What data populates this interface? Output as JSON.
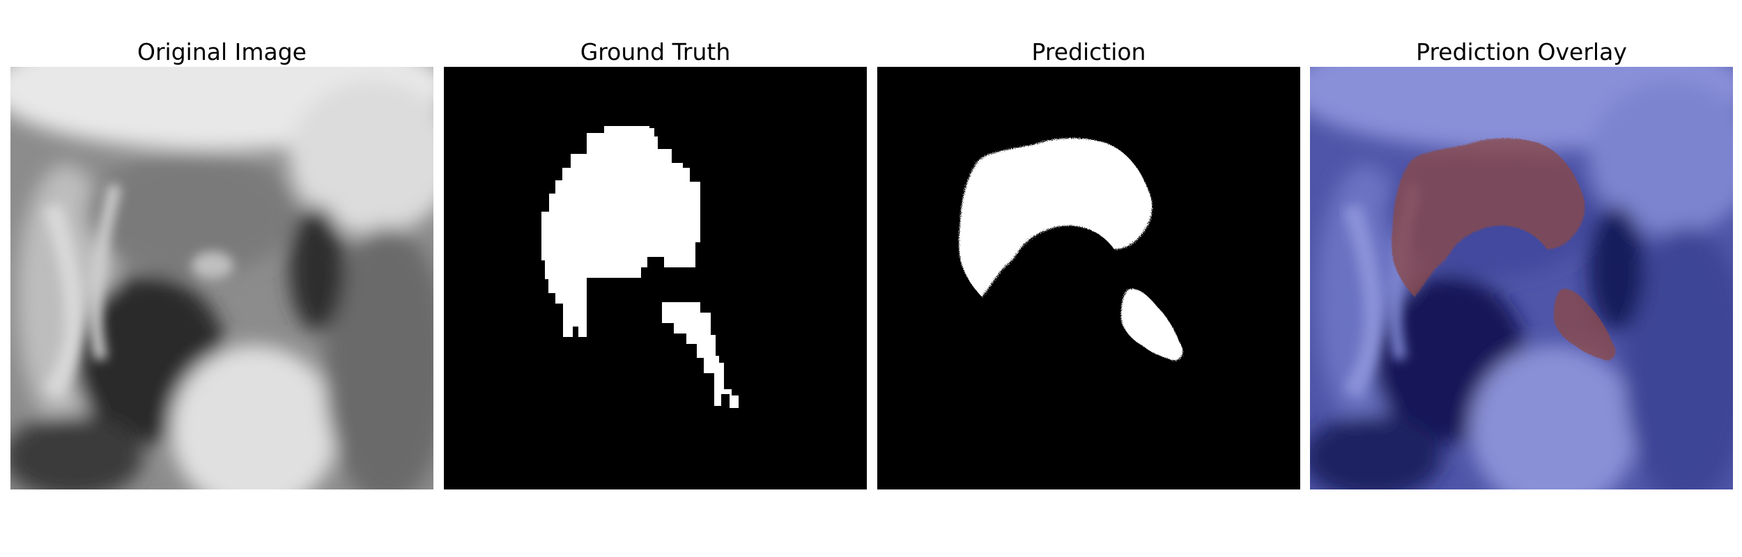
{
  "panels": [
    {
      "id": "original",
      "title": "Original Image"
    },
    {
      "id": "ground_truth",
      "title": "Ground Truth"
    },
    {
      "id": "prediction",
      "title": "Prediction"
    },
    {
      "id": "overlay",
      "title": "Prediction Overlay"
    }
  ],
  "colors": {
    "background": "#ffffff",
    "mask_fill": "#ffffff",
    "mask_background": "#000000",
    "overlay_tint": "#2b2f8f",
    "overlay_highlight": "#8a4a4a"
  }
}
